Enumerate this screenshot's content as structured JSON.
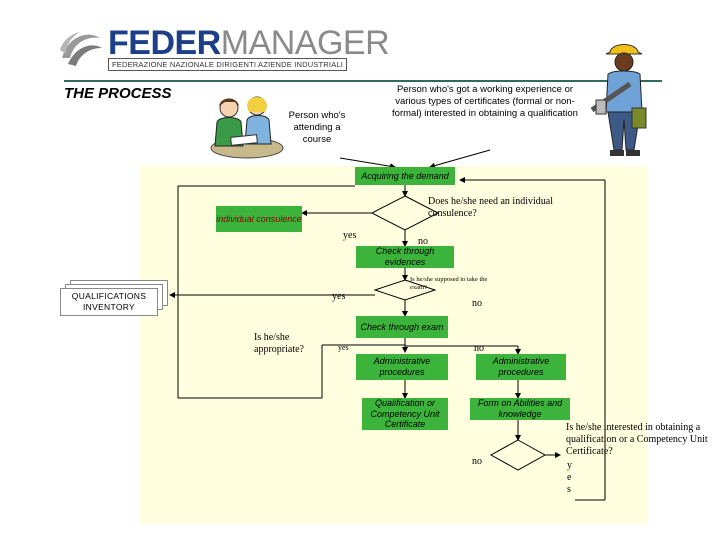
{
  "logo": {
    "name_bold": "FEDER",
    "name_light": "MANAGER",
    "subtitle": "FEDERAZIONE NAZIONALE DIRIGENTI AZIENDE INDUSTRIALI"
  },
  "page_title": "THE PROCESS",
  "labels": {
    "person_course": "Person who's attending a course",
    "person_working": "Person who's got a working experience or various types of certificates (formal or non-formal) interested in obtaining a qualification",
    "acquiring": "Acquiring the demand",
    "individual": "individual consulence",
    "q_consulence": "Does he/she need an individual consulence?",
    "yes1": "yes",
    "no1": "no",
    "check_evidences": "Check through evidences",
    "q_exam": "Is he/she supposed to take the exam?",
    "yes2": "yes",
    "no2": "no",
    "inventory": "QUALIFICATIONS INVENTORY",
    "check_exam": "Check through exam",
    "q_appropriate": "Is he/she appropriate?",
    "yes3": "yes",
    "no3": "no",
    "admin1": "Administrative procedures",
    "admin2": "Administrative procedures",
    "certificate": "Qualification or Competency Unit Certificate",
    "form": "Form on Abilities and knowledge",
    "q_interested": "Is he/she interested in obtaining a qualification or a Competency Unit Certificate?",
    "no4": "no",
    "yes4_y": "y",
    "yes4_e": "e",
    "yes4_s": "s"
  },
  "colors": {
    "accent_green": "#3cb43c",
    "panel_yellow": "#ffffe0",
    "logo_blue": "#1c3f87",
    "logo_grey": "#8a8a8a",
    "header_rule": "#2f6b5e"
  },
  "icons": [
    "federmanager-logo-icon",
    "students-clipart-icon",
    "worker-clipart-icon"
  ]
}
